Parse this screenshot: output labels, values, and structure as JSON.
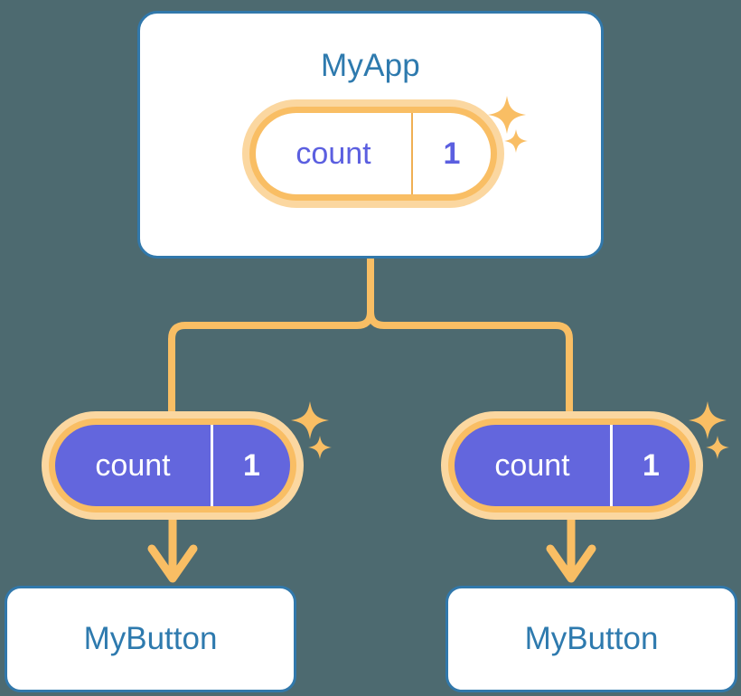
{
  "diagram": {
    "title_note": "Signal propagation diagram",
    "background_color": "#4D6A70",
    "accent_orange": "#F9BE64",
    "accent_orange_soft": "#FBD7A0",
    "accent_blue": "#3178AB",
    "text_blue": "#2E7AAE",
    "purple": "#6366DD"
  },
  "app_card": {
    "title": "MyApp",
    "signal": {
      "name": "count",
      "value": "1"
    },
    "sparkle_big": "sparkle-icon",
    "sparkle_small": "sparkle-icon"
  },
  "branches": [
    {
      "id": "left",
      "signal": {
        "name": "count",
        "value": "1"
      },
      "button": {
        "label": "MyButton"
      }
    },
    {
      "id": "right",
      "signal": {
        "name": "count",
        "value": "1"
      },
      "button": {
        "label": "MyButton"
      }
    }
  ]
}
